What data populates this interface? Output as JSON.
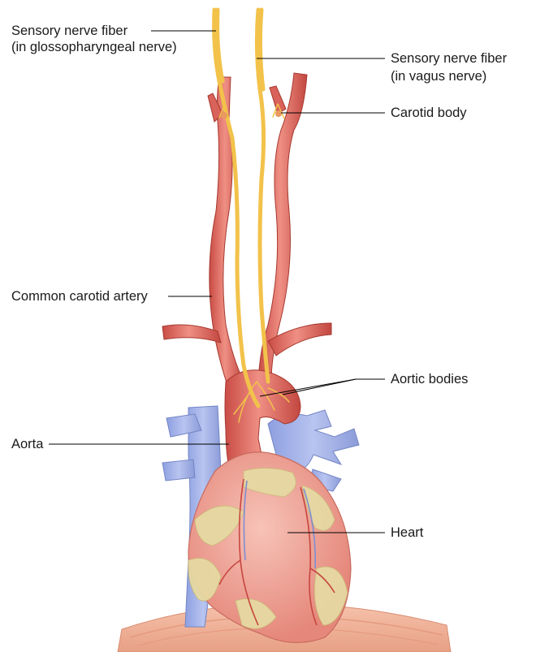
{
  "labels": {
    "glosso_line1": "Sensory nerve fiber",
    "glosso_line2": "(in glossopharyngeal nerve)",
    "vagus_line1": "Sensory nerve fiber",
    "vagus_line2": "(in vagus nerve)",
    "carotid_body": "Carotid body",
    "common_carotid": "Common carotid artery",
    "aortic_bodies": "Aortic bodies",
    "aorta": "Aorta",
    "heart": "Heart"
  },
  "colors": {
    "artery": "#d9625a",
    "artery_highlight": "#f0a59a",
    "nerve": "#f2c24a",
    "vein": "#9fb0e6",
    "heart": "#f2a69a",
    "fat": "#e3d7a0",
    "diaphragm": "#f2b49c"
  }
}
